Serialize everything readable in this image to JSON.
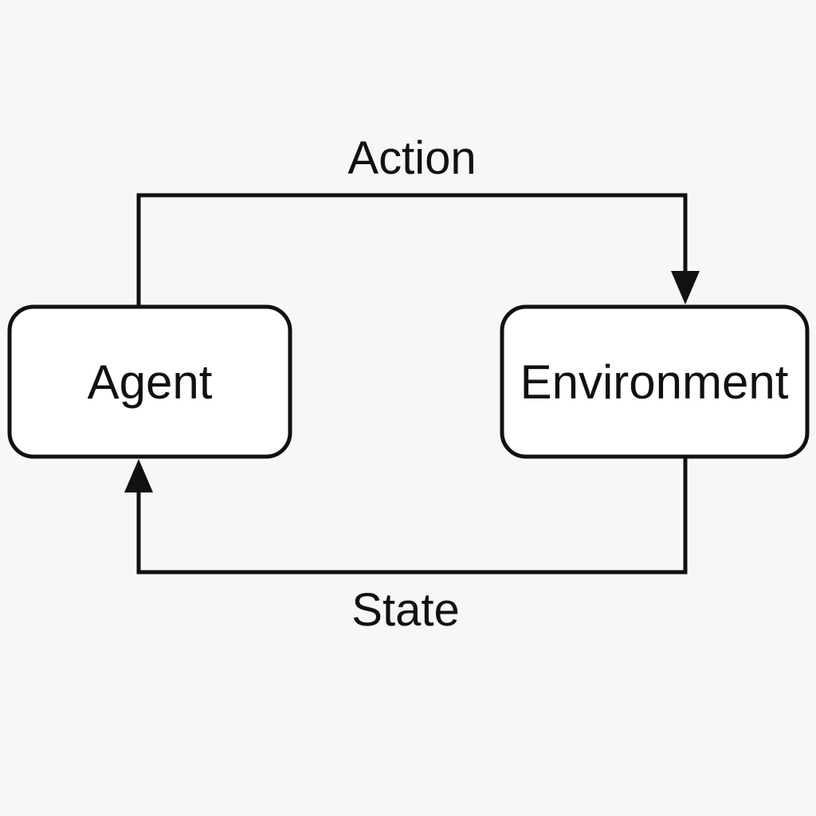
{
  "nodes": {
    "agent": {
      "label": "Agent"
    },
    "environment": {
      "label": "Environment"
    }
  },
  "edges": {
    "action": {
      "label": "Action",
      "from": "Agent",
      "to": "Environment"
    },
    "state": {
      "label": "State",
      "from": "Environment",
      "to": "Agent"
    }
  },
  "colors": {
    "background": "#f7f7f6",
    "stroke": "#111111",
    "box_fill": "#ffffff"
  }
}
